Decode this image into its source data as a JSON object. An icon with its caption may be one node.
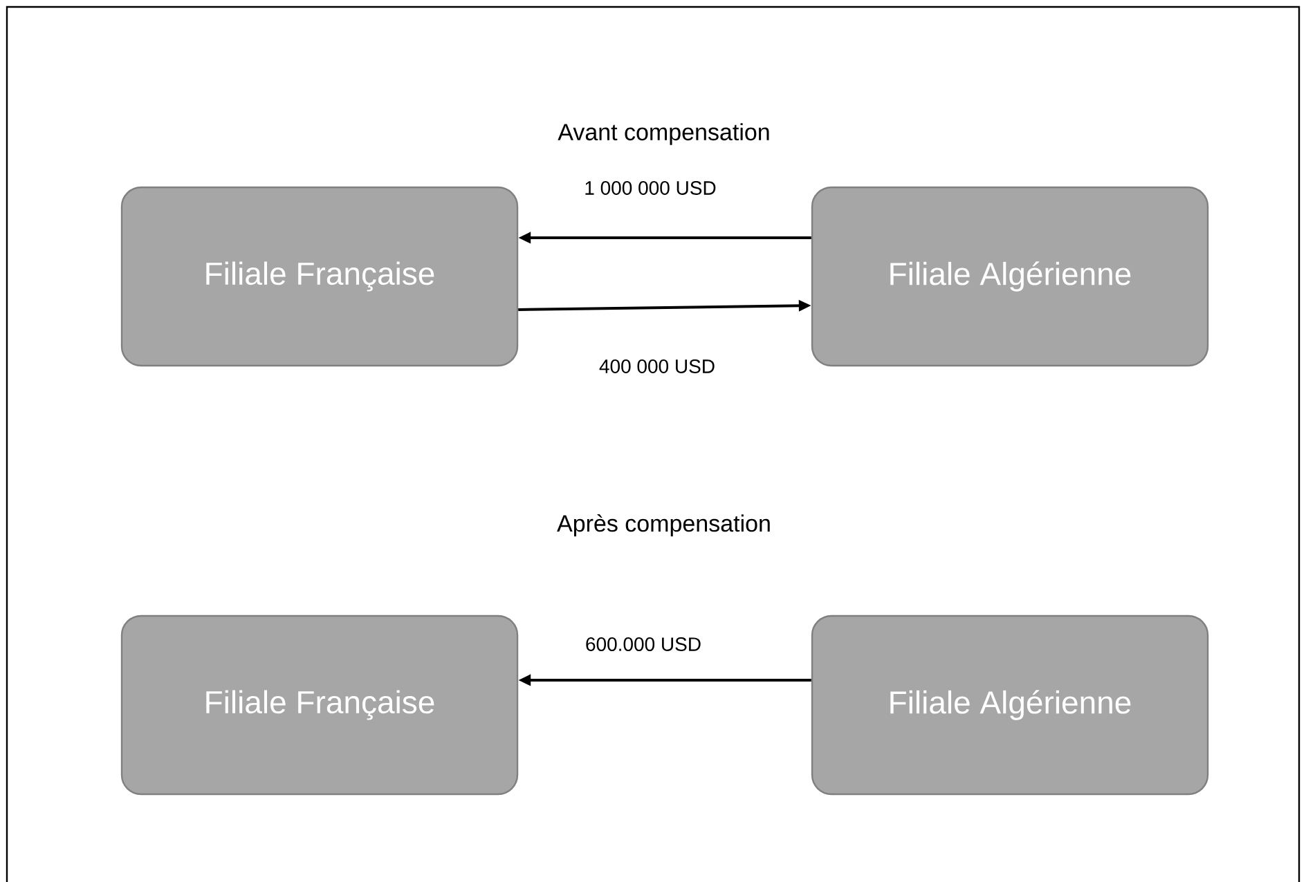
{
  "diagram": {
    "nodes": [
      {
        "text": [
          "Filiale Française"
        ]
      },
      {
        "text": [
          "Filiale Algérienne"
        ]
      },
      {
        "text": [
          "Filiale Française"
        ]
      },
      {
        "text": [
          "Filiale Algérienne"
        ]
      }
    ],
    "edges": [
      {
        "from": 1,
        "to": 0,
        "arrow": "to",
        "label": "1 000 000 USD"
      },
      {
        "from": 0,
        "to": 1,
        "arrow": "to",
        "label": "400 000 USD"
      },
      {
        "from": 3,
        "to": 2,
        "arrow": "to",
        "label": "600.000 USD"
      }
    ],
    "labels": [
      "Avant compensation",
      "Après compensation"
    ]
  }
}
